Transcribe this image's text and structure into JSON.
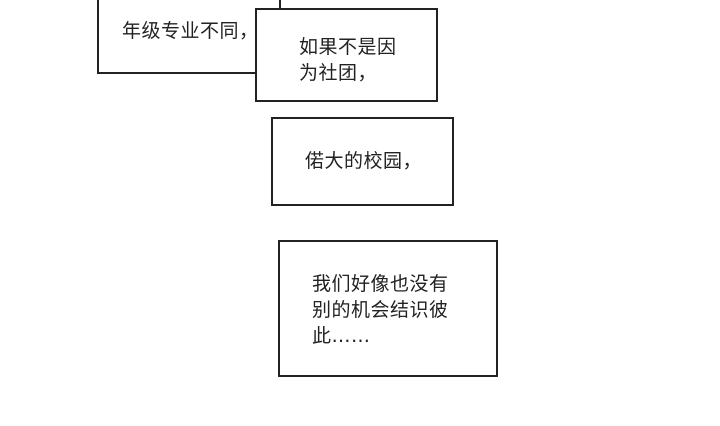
{
  "captions": [
    {
      "text": "年级专业不同，"
    },
    {
      "text": "如果不是因\n为社团，"
    },
    {
      "text": "偌大的校园，"
    },
    {
      "text": "我们好像也没有\n别的机会结识彼\n此……"
    }
  ]
}
